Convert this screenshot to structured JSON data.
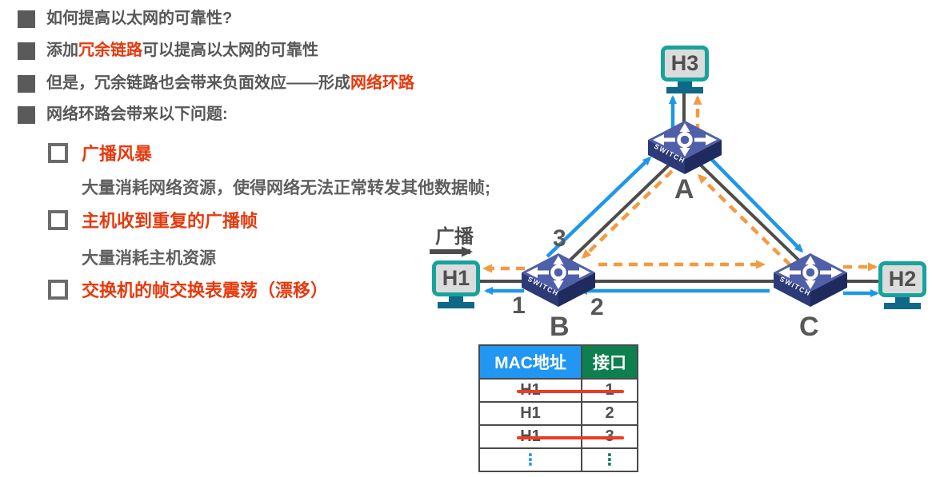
{
  "colors": {
    "text_gray": "#575757",
    "accent_red": "#e8380d",
    "link_gray": "#4c4c4c",
    "arrow_blue": "#1f97e9",
    "arrow_orange": "#f59a40",
    "host_teal": "#17a39c",
    "host_stand": "#0f6888",
    "switch_top": "#4f5fa8",
    "table_header_blue": "#2196f3",
    "table_header_green": "#0e8050",
    "strike_red": "#ef3b24",
    "dots_blue": "#2196f3",
    "dots_green": "#0e7d52"
  },
  "bullets": [
    {
      "pre": "如何提高以太网的可靠性?",
      "red": "",
      "post": ""
    },
    {
      "pre": "添加",
      "red": "冗余链路",
      "post": "可以提高以太网的可靠性"
    },
    {
      "pre": "但是，冗余链路也会带来负面效应——形成",
      "red": "网络环路",
      "post": ""
    },
    {
      "pre": "网络环路会带来以下问题:",
      "red": "",
      "post": ""
    }
  ],
  "problems": [
    {
      "title": "广播风暴",
      "desc": "大量消耗网络资源，使得网络无法正常转发其他数据帧;"
    },
    {
      "title": "主机收到重复的广播帧",
      "desc": "大量消耗主机资源"
    },
    {
      "title": "交换机的帧交换表震荡（漂移）",
      "desc": ""
    }
  ],
  "diagram": {
    "broadcast_label": "广播",
    "switch_text": "SWITCH",
    "hosts": {
      "h1": "H1",
      "h2": "H2",
      "h3": "H3"
    },
    "switch_labels": {
      "a": "A",
      "b": "B",
      "c": "C"
    },
    "port_labels": {
      "p1": "1",
      "p2": "2",
      "p3": "3"
    }
  },
  "mac_table": {
    "headers": [
      "MAC地址",
      "接口"
    ],
    "rows": [
      {
        "mac": "H1",
        "port": "1",
        "struck": true
      },
      {
        "mac": "H1",
        "port": "2",
        "struck": false
      },
      {
        "mac": "H1",
        "port": "3",
        "struck": true
      },
      {
        "mac": "⋮",
        "port": "⋮",
        "struck": false
      }
    ]
  }
}
